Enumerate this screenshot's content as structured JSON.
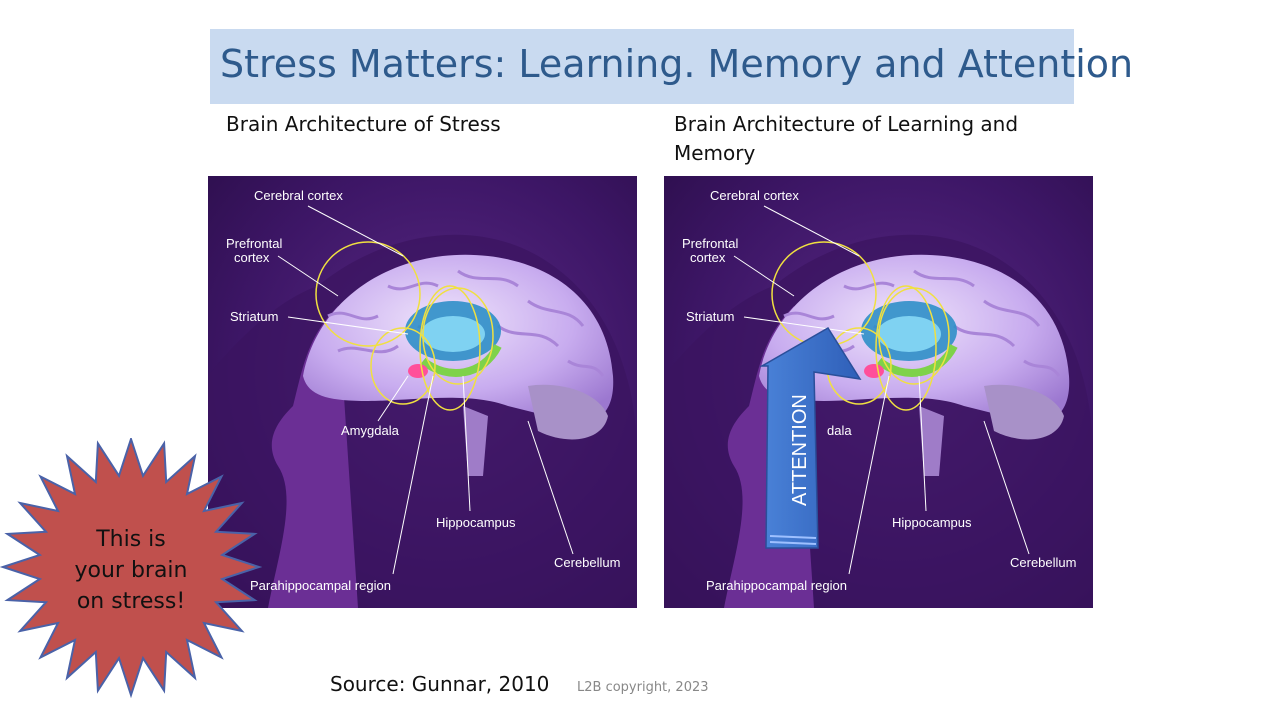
{
  "slide": {
    "title": "Stress Matters: Learning. Memory and Attention",
    "left_heading": "Brain Architecture of Stress",
    "right_heading_line1": "Brain Architecture of Learning and",
    "right_heading_line2": "Memory",
    "source": "Source: Gunnar, 2010",
    "copyright": "L2B copyright, 2023"
  },
  "brain_labels": {
    "cerebral_cortex": "Cerebral cortex",
    "prefrontal_line1": "Prefrontal",
    "prefrontal_line2": "cortex",
    "striatum": "Striatum",
    "amygdala": "Amygdala",
    "amygdala_partial": "dala",
    "hippocampus": "Hippocampus",
    "cerebellum": "Cerebellum",
    "parahippocampal": "Parahippocampal region"
  },
  "callout": {
    "line1": "This is",
    "line2": "your brain",
    "line3": "on stress!"
  },
  "arrow": {
    "label": "ATTENTION"
  },
  "colors": {
    "title_bg": "#c9daf0",
    "title_text": "#2e5a8c",
    "burst_fill": "#c0504d",
    "burst_stroke": "#4a62a8",
    "arrow_fill": "#3a6fc8",
    "panel_bg": "#3a145e"
  }
}
